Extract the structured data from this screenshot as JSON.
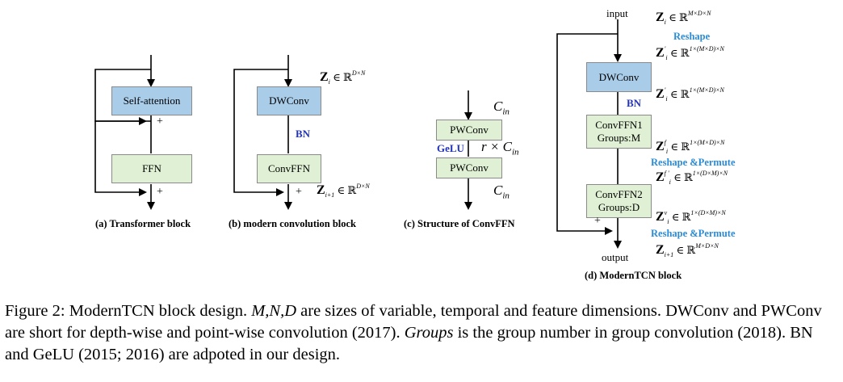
{
  "figure": {
    "panel_a": {
      "box_top": "Self-attention",
      "box_bottom": "FFN",
      "plus_1": "+",
      "plus_2": "+",
      "caption": "(a) Transformer block"
    },
    "panel_b": {
      "box_top": "DWConv",
      "norm": "BN",
      "box_bottom": "ConvFFN",
      "plus": "+",
      "in_sym": "Z",
      "in_sub": "i",
      "in_rest": "∈ ℝ",
      "in_sup": "D×N",
      "out_sym": "Z",
      "out_sub": "i+1",
      "out_rest": "∈ ℝ",
      "out_sup": "D×N",
      "caption": "(b)  modern convolution block"
    },
    "panel_c": {
      "box_top": "PWConv",
      "act": "GeLU",
      "box_bottom": "PWConv",
      "c_in_top": "C",
      "c_in_top_sub": "in",
      "mid": "r × C",
      "mid_sub": "in",
      "c_in_bottom": "C",
      "c_in_bottom_sub": "in",
      "caption": "(c)  Structure of ConvFFN"
    },
    "panel_d": {
      "input": "input",
      "output": "output",
      "box_dw": "DWConv",
      "norm": "BN",
      "box_ffn1_l1": "ConvFFN1",
      "box_ffn1_l2": "Groups:M",
      "box_ffn2_l1": "ConvFFN2",
      "box_ffn2_l2": "Groups:D",
      "plus": "+",
      "reshape": "Reshape",
      "reshape_permute_1": "Reshape &Permute",
      "reshape_permute_2": "Reshape &Permute",
      "m1_sub": "i",
      "m1_sup": "M×D×N",
      "m2_sub": "i",
      "m2_pre": "'",
      "m2_sup": "1×(M×D)×N",
      "m3_sub": "i",
      "m3_pre": "'",
      "m3_sup": "1×(M×D)×N",
      "m4_sub": "i",
      "m4_pre": "f",
      "m4_sup": "1×(M×D)×N",
      "m5_sub": "i",
      "m5_pre": "f '",
      "m5_sup": "1×(D×M)×N",
      "m6_sub": "i",
      "m6_pre": "v",
      "m6_sup": "1×(D×M)×N",
      "m7_sub": "i+1",
      "m7_sup": "M×D×N",
      "sym": "Z",
      "set": "∈ ℝ",
      "caption": "(d)  ModernTCN block"
    }
  },
  "caption": {
    "p1": "Figure 2: ModernTCN block design.",
    "vars": "M,N,D",
    "p2": "are sizes of variable, temporal and feature dimensions. DWConv and PWConv are short for depth-wise and point-wise convolution (2017).",
    "groups": "Groups",
    "p3": "is the group number in group convolution (2018). BN and GeLU (2015; 2016) are adpoted in our design."
  }
}
